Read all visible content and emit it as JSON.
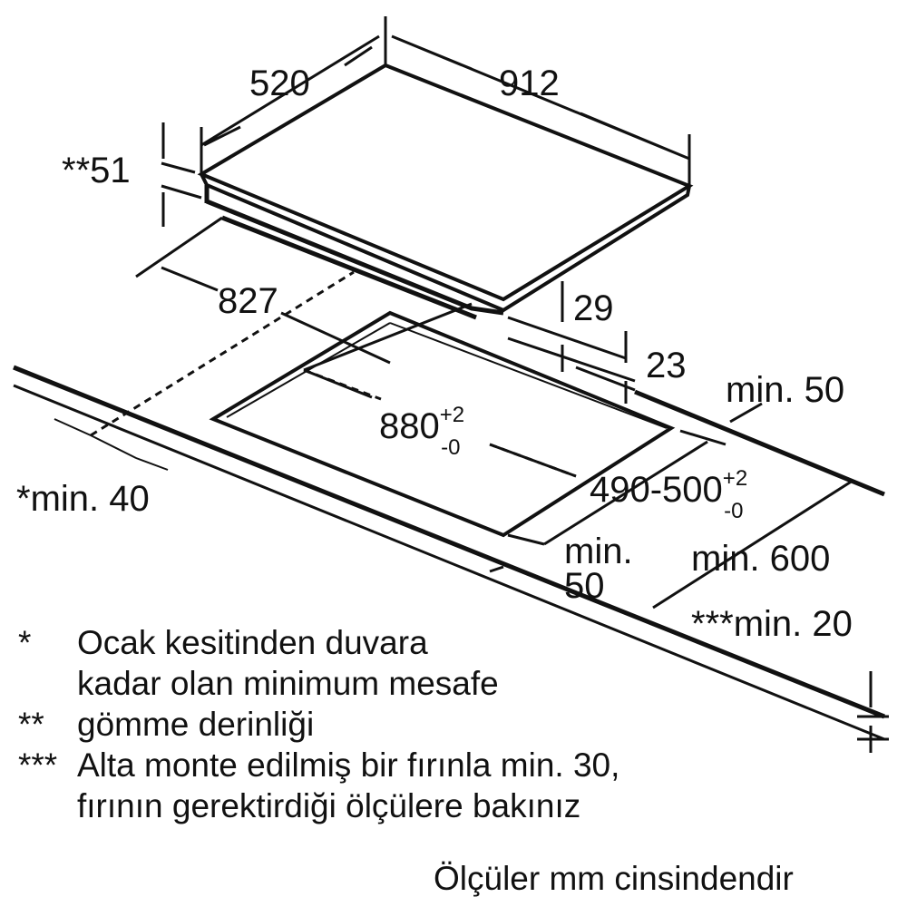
{
  "dimensions": {
    "depth": "520",
    "width": "912",
    "built_in_depth": "**51",
    "body_width": "827",
    "thickness_29": "29",
    "thickness_23": "23",
    "rear_min": "min. 50",
    "cutout_width_base": "880",
    "cutout_width_plus": "+2",
    "cutout_width_minus": "-0",
    "cutout_depth_base": "490-500",
    "cutout_depth_plus": "+2",
    "cutout_depth_minus": "-0",
    "wall_min": "*min. 40",
    "front_min_a": "min.",
    "front_min_b": "50",
    "counter_min": "min. 600",
    "worktop_min": "***min. 20"
  },
  "notes": [
    {
      "mark": "*",
      "text": "Ocak kesitinden duvara"
    },
    {
      "mark": "",
      "text": "kadar olan minimum mesafe"
    },
    {
      "mark": "**",
      "text": "gömme derinliği"
    },
    {
      "mark": "***",
      "text": "Alta monte edilmiş bir fırınla min. 30,"
    },
    {
      "mark": "",
      "text": "fırının gerektirdiği ölçülere bakınız"
    }
  ],
  "units_note": "Ölçüler mm cinsindendir"
}
